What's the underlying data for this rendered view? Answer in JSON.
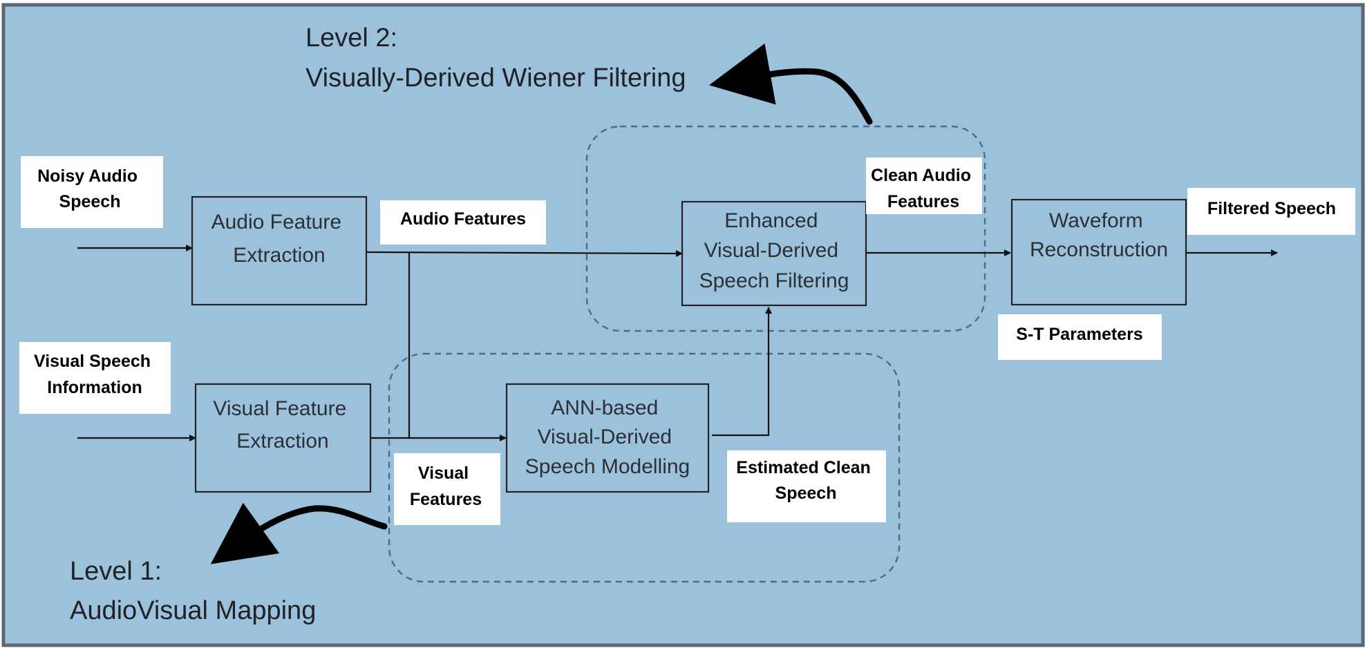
{
  "levels": {
    "level2_heading": "Level 2:",
    "level2_name": "Visually-Derived Wiener Filtering",
    "level1_heading": "Level 1:",
    "level1_name": "AudioVisual Mapping"
  },
  "blocks": {
    "audio_feature_extraction": [
      "Audio Feature",
      "Extraction"
    ],
    "visual_feature_extraction": [
      "Visual Feature",
      "Extraction"
    ],
    "ann_modelling": [
      "ANN-based",
      "Visual-Derived",
      "Speech Modelling"
    ],
    "enhanced_filtering": [
      "Enhanced",
      "Visual-Derived",
      "Speech Filtering"
    ],
    "waveform_reconstruction": [
      "Waveform",
      "Reconstruction"
    ]
  },
  "labels": {
    "noisy_audio": [
      "Noisy Audio",
      "Speech"
    ],
    "visual_speech": [
      "Visual Speech",
      "Information"
    ],
    "audio_features": [
      "Audio Features"
    ],
    "visual_features": [
      "Visual",
      "Features"
    ],
    "estimated_clean": [
      "Estimated Clean",
      "Speech"
    ],
    "clean_audio": [
      "Clean Audio",
      "Features"
    ],
    "filtered_speech": [
      "Filtered Speech"
    ],
    "st_parameters": [
      "S-T Parameters"
    ]
  },
  "colors": {
    "background": "#9cc1da",
    "dashed_group": "#4e6a87",
    "label_box": "#ffffff"
  }
}
